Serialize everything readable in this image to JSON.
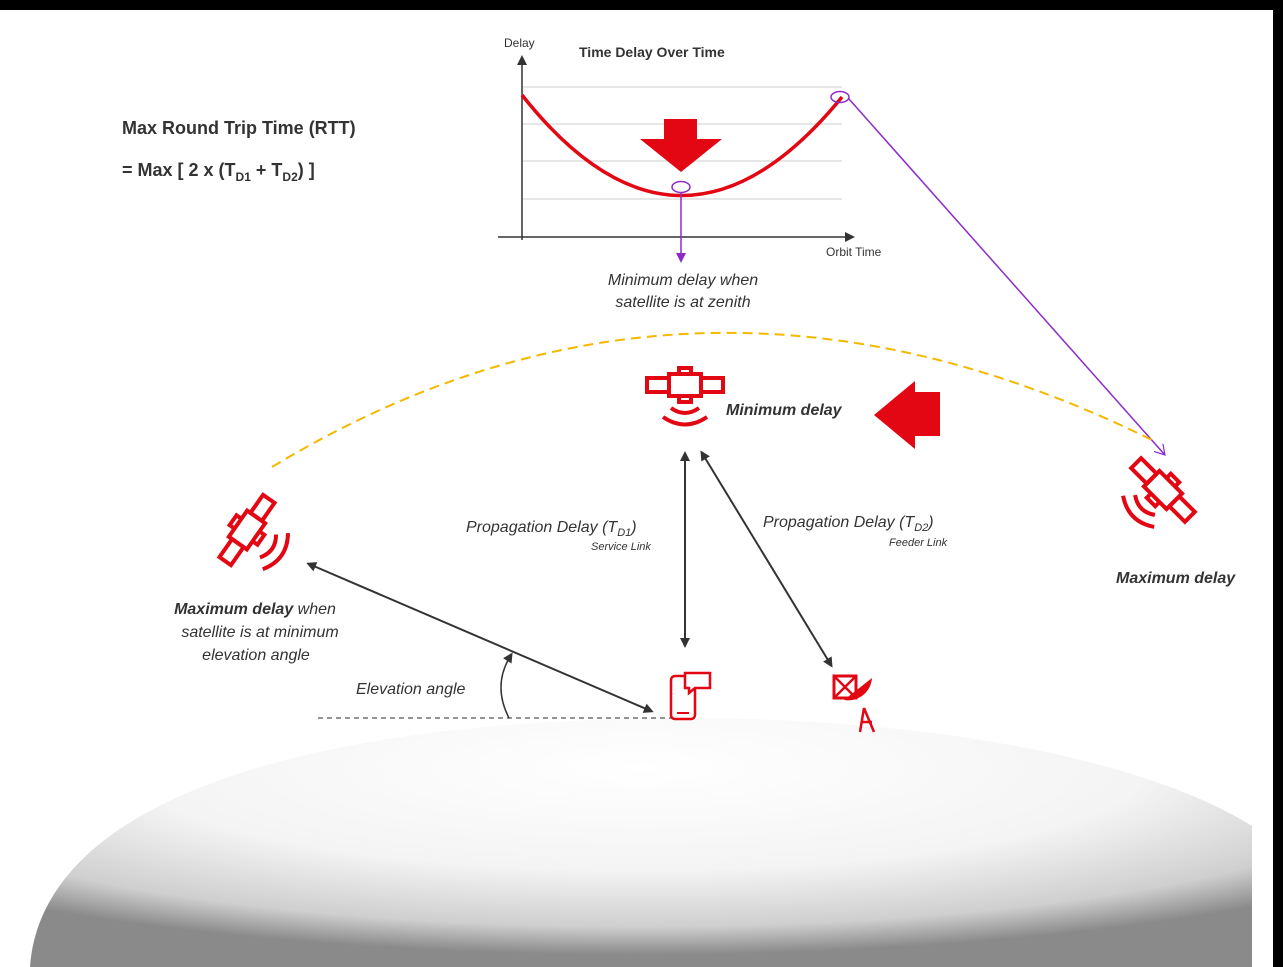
{
  "formula": {
    "title": "Max Round Trip Time (RTT)",
    "prefix": "= Max [ 2 x (T",
    "sub1": "D1",
    "plus": " + T",
    "sub2": "D2",
    "suffix": ") ]"
  },
  "chart": {
    "title": "Time Delay Over Time",
    "y_axis_label": "Delay",
    "x_axis_label": "Orbit Time"
  },
  "chart_data": {
    "type": "line",
    "title": "Time Delay Over Time",
    "xlabel": "Orbit Time",
    "ylabel": "Delay",
    "grid": true,
    "series": [
      {
        "shape": "U-shaped curve, maximum at both ends, minimum at the middle (zenith)"
      }
    ]
  },
  "annotations": {
    "min_zenith_line1": "Minimum delay when",
    "min_zenith_line2": "satellite is at zenith",
    "minimum_delay": "Minimum delay",
    "maximum_delay_right": "Maximum delay",
    "max_left_bold": "Maximum delay",
    "max_left_rest": " when",
    "max_left_line2": "satellite is at minimum",
    "max_left_line3": "elevation angle",
    "elevation_angle": "Elevation angle",
    "prop_td1_prefix": "Propagation Delay (T",
    "prop_td1_sub": "D1",
    "prop_td1_suffix": ")",
    "service_link": "Service Link",
    "prop_td2_prefix": "Propagation Delay (T",
    "prop_td2_sub": "D2",
    "prop_td2_suffix": ")",
    "feeder_link": "Feeder Link"
  },
  "colors": {
    "background": "#000000",
    "panel": "#ffffff",
    "accent_red": "#e30613",
    "orbit_yellow": "#f5b800",
    "pointer_purple": "#8e2bc8",
    "arrow_gray": "#333333"
  },
  "icons": [
    "satellite-icon",
    "satellite-icon",
    "satellite-icon",
    "phone-icon",
    "ground-station-icon",
    "down-arrow-icon",
    "left-arrow-icon"
  ]
}
